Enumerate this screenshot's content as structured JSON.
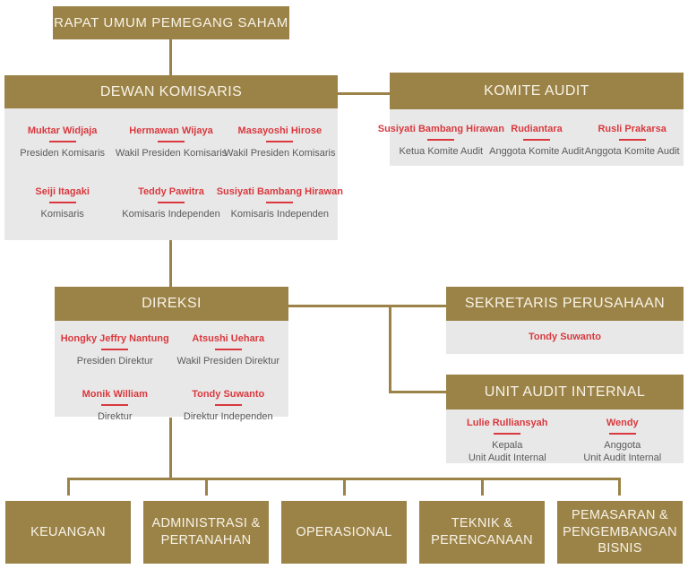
{
  "colors": {
    "gold": "#9b8348",
    "header_text": "#f8f3e7",
    "body_gray": "#e9e8e8",
    "name_red": "#d9393e",
    "title_gray": "#595a5c"
  },
  "org": {
    "rups": {
      "title": "RAPAT UMUM PEMEGANG SAHAM"
    },
    "dewan_komisaris": {
      "title": "DEWAN KOMISARIS",
      "members": [
        {
          "name": "Muktar Widjaja",
          "title": "Presiden Komisaris"
        },
        {
          "name": "Hermawan Wijaya",
          "title": "Wakil Presiden Komisaris"
        },
        {
          "name": "Masayoshi Hirose",
          "title": "Wakil Presiden Komisaris"
        },
        {
          "name": "Seiji Itagaki",
          "title": "Komisaris"
        },
        {
          "name": "Teddy Pawitra",
          "title": "Komisaris Independen"
        },
        {
          "name": "Susiyati Bambang Hirawan",
          "title": "Komisaris Independen"
        }
      ]
    },
    "komite_audit": {
      "title": "KOMITE AUDIT",
      "members": [
        {
          "name": "Susiyati Bambang Hirawan",
          "title": "Ketua Komite Audit"
        },
        {
          "name": "Rudiantara",
          "title": "Anggota Komite Audit"
        },
        {
          "name": "Rusli Prakarsa",
          "title": "Anggota Komite Audit"
        }
      ]
    },
    "direksi": {
      "title": "DIREKSI",
      "members": [
        {
          "name": "Hongky Jeffry Nantung",
          "title": "Presiden Direktur"
        },
        {
          "name": "Atsushi Uehara",
          "title": "Wakil Presiden Direktur"
        },
        {
          "name": "Monik William",
          "title": "Direktur"
        },
        {
          "name": "Tondy Suwanto",
          "title": "Direktur Independen"
        }
      ]
    },
    "sekretaris_perusahaan": {
      "title": "SEKRETARIS PERUSAHAAN",
      "members": [
        {
          "name": "Tondy Suwanto"
        }
      ]
    },
    "unit_audit_internal": {
      "title": "UNIT AUDIT INTERNAL",
      "members": [
        {
          "name": "Lulie Rulliansyah",
          "title": "Kepala\nUnit Audit Internal"
        },
        {
          "name": "Wendy",
          "title": "Anggota\nUnit Audit Internal"
        }
      ]
    },
    "divisions": [
      {
        "label": "KEUANGAN"
      },
      {
        "label": "ADMINISTRASI & PERTANAHAN"
      },
      {
        "label": "OPERASIONAL"
      },
      {
        "label": "TEKNIK & PERENCANAAN"
      },
      {
        "label": "PEMASARAN & PENGEMBANGAN BISNIS"
      }
    ]
  }
}
